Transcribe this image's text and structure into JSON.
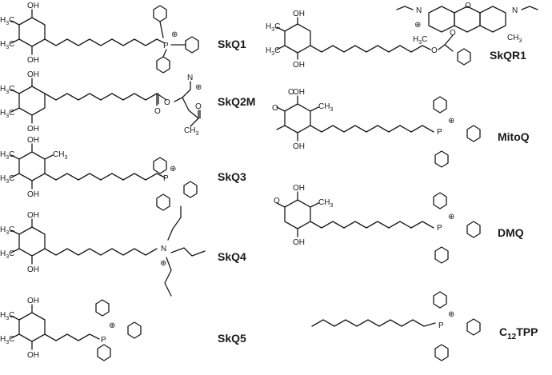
{
  "compounds": [
    {
      "id": "skq1",
      "name": "SkQ1",
      "labels": [
        "OH",
        "OH",
        "P"
      ],
      "charge": "⊕"
    },
    {
      "id": "skq2m",
      "name": "SkQ2M",
      "labels": [
        "OH",
        "OH",
        "O",
        "O",
        "O",
        "N"
      ],
      "charge": "⊕"
    },
    {
      "id": "skq3",
      "name": "SkQ3",
      "labels": [
        "OH",
        "OH",
        "P"
      ],
      "charge": "⊕"
    },
    {
      "id": "skq4",
      "name": "SkQ4",
      "labels": [
        "OH",
        "OH",
        "N"
      ],
      "charge": "⊕"
    },
    {
      "id": "skq5",
      "name": "SkQ5",
      "labels": [
        "OH",
        "OH",
        "P"
      ],
      "charge": "⊕"
    },
    {
      "id": "skqr1",
      "name": "SkQR1",
      "labels": [
        "OH",
        "OH",
        "N",
        "O",
        "N",
        "O",
        "O"
      ],
      "charge": "⊕"
    },
    {
      "id": "mitoq",
      "name": "MitoQ",
      "labels": [
        "O",
        "O",
        "OH",
        "OH",
        "P"
      ],
      "charge": "⊕"
    },
    {
      "id": "dmq",
      "name": "DMQ",
      "labels": [
        "O",
        "OH",
        "OH",
        "P"
      ],
      "charge": "⊕"
    },
    {
      "id": "c12tpp",
      "name": "C",
      "name_sub": "12",
      "name_suffix": "TPP",
      "labels": [
        "P"
      ],
      "charge": "⊕"
    }
  ],
  "groups": {
    "methyl": "H3C",
    "methyl_base": "H",
    "methyl_sub": "3",
    "methyl_tail": "C",
    "ch3": "CH",
    "ch3_sub": "3"
  }
}
